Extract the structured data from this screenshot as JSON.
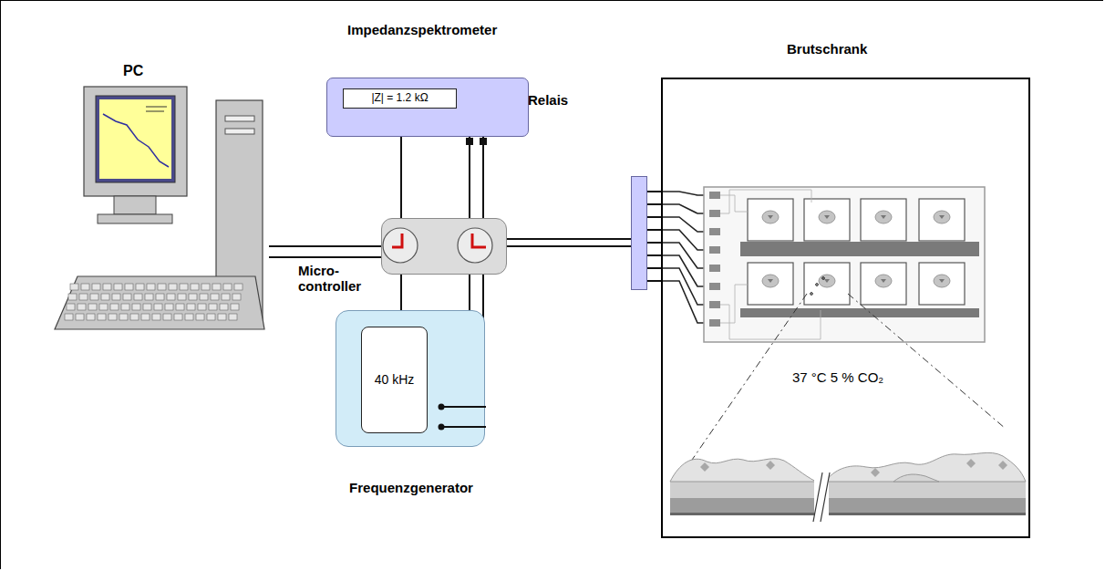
{
  "diagram": {
    "nodes": [
      {
        "text": [
          "Impedanzspektrometer"
        ]
      },
      {
        "text": [
          "|Z| = 1.2 kΩ"
        ],
        "in": 0
      },
      {
        "text": [
          "PC"
        ]
      },
      {
        "text": [
          "Micro- controller"
        ]
      },
      {
        "text": [
          "Frequenzgenerator"
        ]
      },
      {
        "text": [
          "40 kHz"
        ],
        "in": 4
      },
      {
        "text": [
          "Relais"
        ]
      },
      {
        "text": [
          "Brutschrank",
          "37 °C 5 % CO₂"
        ]
      }
    ],
    "edges": [
      {
        "from": 2,
        "to": 3,
        "arrow": "none"
      },
      {
        "from": 0,
        "to": 3,
        "arrow": "none"
      },
      {
        "from": 3,
        "to": 4,
        "arrow": "none"
      },
      {
        "from": 4,
        "to": 0,
        "arrow": "none"
      },
      {
        "from": 4,
        "to": 0,
        "arrow": "none"
      },
      {
        "from": 3,
        "to": 6,
        "arrow": "none"
      },
      {
        "from": 6,
        "to": 7,
        "arrow": "none"
      }
    ]
  }
}
